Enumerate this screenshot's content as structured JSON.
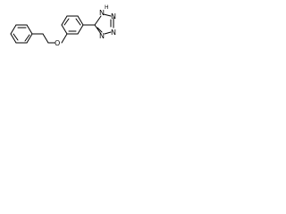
{
  "molecule": {
    "atoms": {
      "oxygen": "O",
      "nh": "N",
      "nh_h": "H",
      "n1": "N",
      "n2": "N",
      "n3": "N"
    }
  }
}
